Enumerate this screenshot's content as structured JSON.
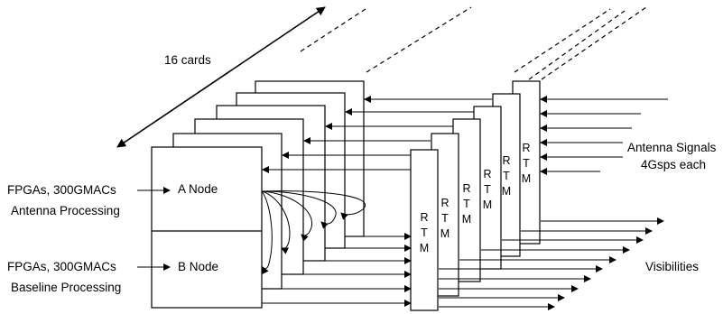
{
  "labels": {
    "cards": "16 cards",
    "a_node": "A Node",
    "b_node": "B Node",
    "fpga_top": "FPGAs, 300GMACs",
    "antenna_processing": "Antenna Processing",
    "fpga_bottom": "FPGAs, 300GMACs",
    "baseline_processing": "Baseline Processing",
    "antenna_signals": "Antenna Signals",
    "gsps": "4Gsps each",
    "visibilities": "Visibilities"
  },
  "rtm": {
    "letters": [
      "R",
      "T",
      "M"
    ],
    "card_count": 6
  },
  "colors": {
    "stroke": "#000000",
    "background": "#ffffff"
  }
}
